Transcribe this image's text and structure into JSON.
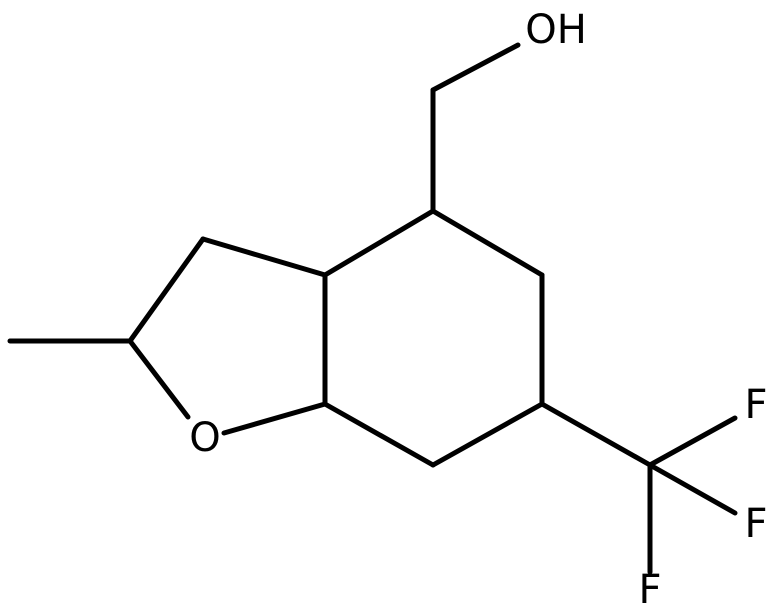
{
  "molecule": {
    "labels": {
      "hydroxyl": "OH",
      "ring_oxygen": "O",
      "fluorine_1": "F",
      "fluorine_2": "F",
      "fluorine_3": "F"
    },
    "colors": {
      "bond": "#000000",
      "text": "#000000",
      "background": "#ffffff"
    }
  }
}
